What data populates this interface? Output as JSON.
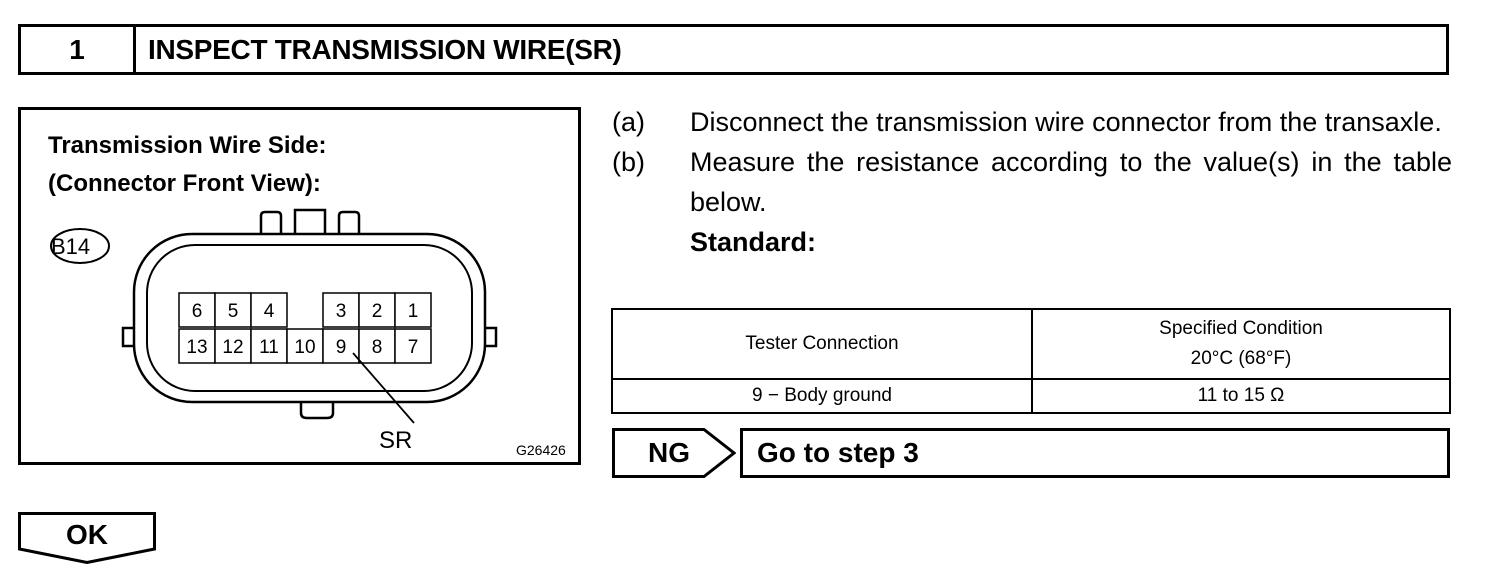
{
  "step": {
    "number": "1",
    "title": "INSPECT TRANSMISSION WIRE(SR)"
  },
  "diagram": {
    "title_line1": "Transmission Wire Side:",
    "title_line2": "(Connector Front View):",
    "connector_id": "B14",
    "pins_top": [
      "6",
      "5",
      "4",
      "",
      "3",
      "2",
      "1"
    ],
    "pins_bottom": [
      "13",
      "12",
      "11",
      "10",
      "9",
      "8",
      "7"
    ],
    "pointer_label": "SR",
    "figure_code": "G26426"
  },
  "instructions": [
    {
      "key": "(a)",
      "text": "Disconnect the transmission wire connector from the transaxle."
    },
    {
      "key": "(b)",
      "text": "Measure the resistance according to the value(s) in the table below."
    }
  ],
  "standard_label": "Standard:",
  "table": {
    "header_col1": "Tester Connection",
    "header_col2_line1": "Specified Condition",
    "header_col2_line2": "20°C (68°F)",
    "rows": [
      {
        "connection": "9 − Body ground",
        "condition": "11 to 15 Ω"
      }
    ]
  },
  "ng": {
    "label": "NG",
    "action": "Go to step 3"
  },
  "ok": {
    "label": "OK"
  }
}
